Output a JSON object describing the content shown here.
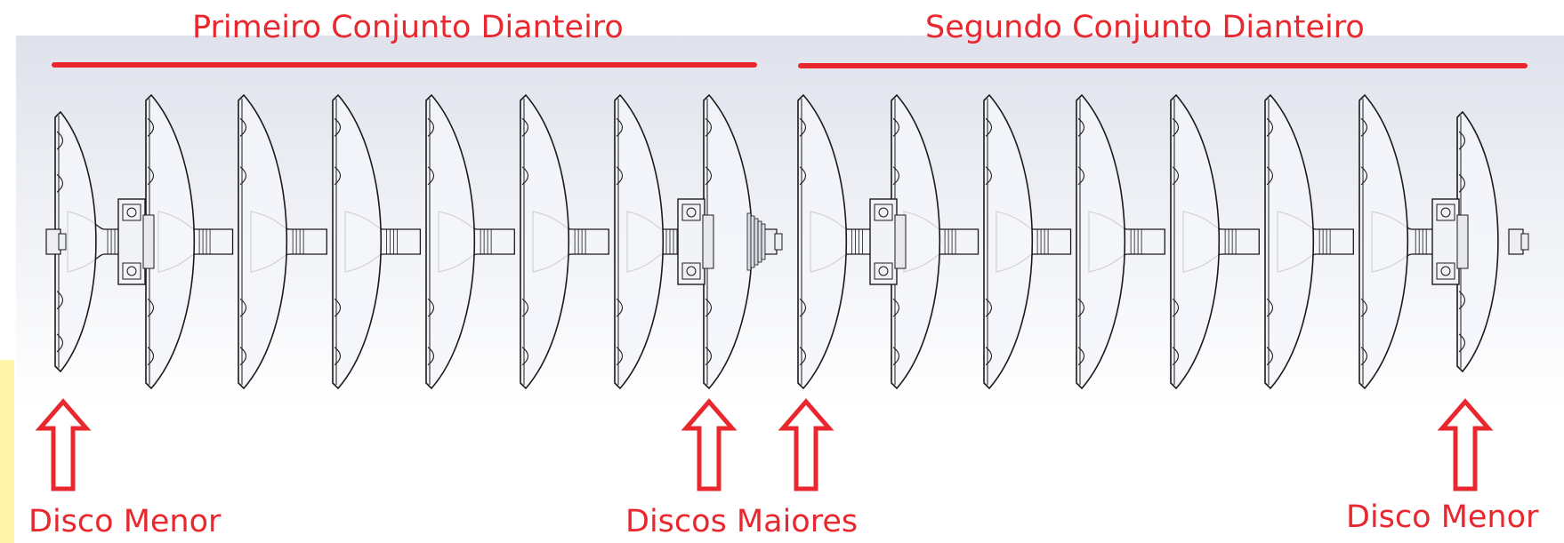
{
  "header": {
    "first_group_label": "Primeiro Conjunto Dianteiro",
    "second_group_label": "Segundo Conjunto Dianteiro"
  },
  "annotations": {
    "left_small_disc": "Disco Menor",
    "larger_discs": "Discos Maiores",
    "right_small_disc": "Disco Menor"
  },
  "colors": {
    "annotation_red": "#e8282e",
    "line_drawing": "#1a1a1a",
    "background_top": "#dfe2ec"
  }
}
